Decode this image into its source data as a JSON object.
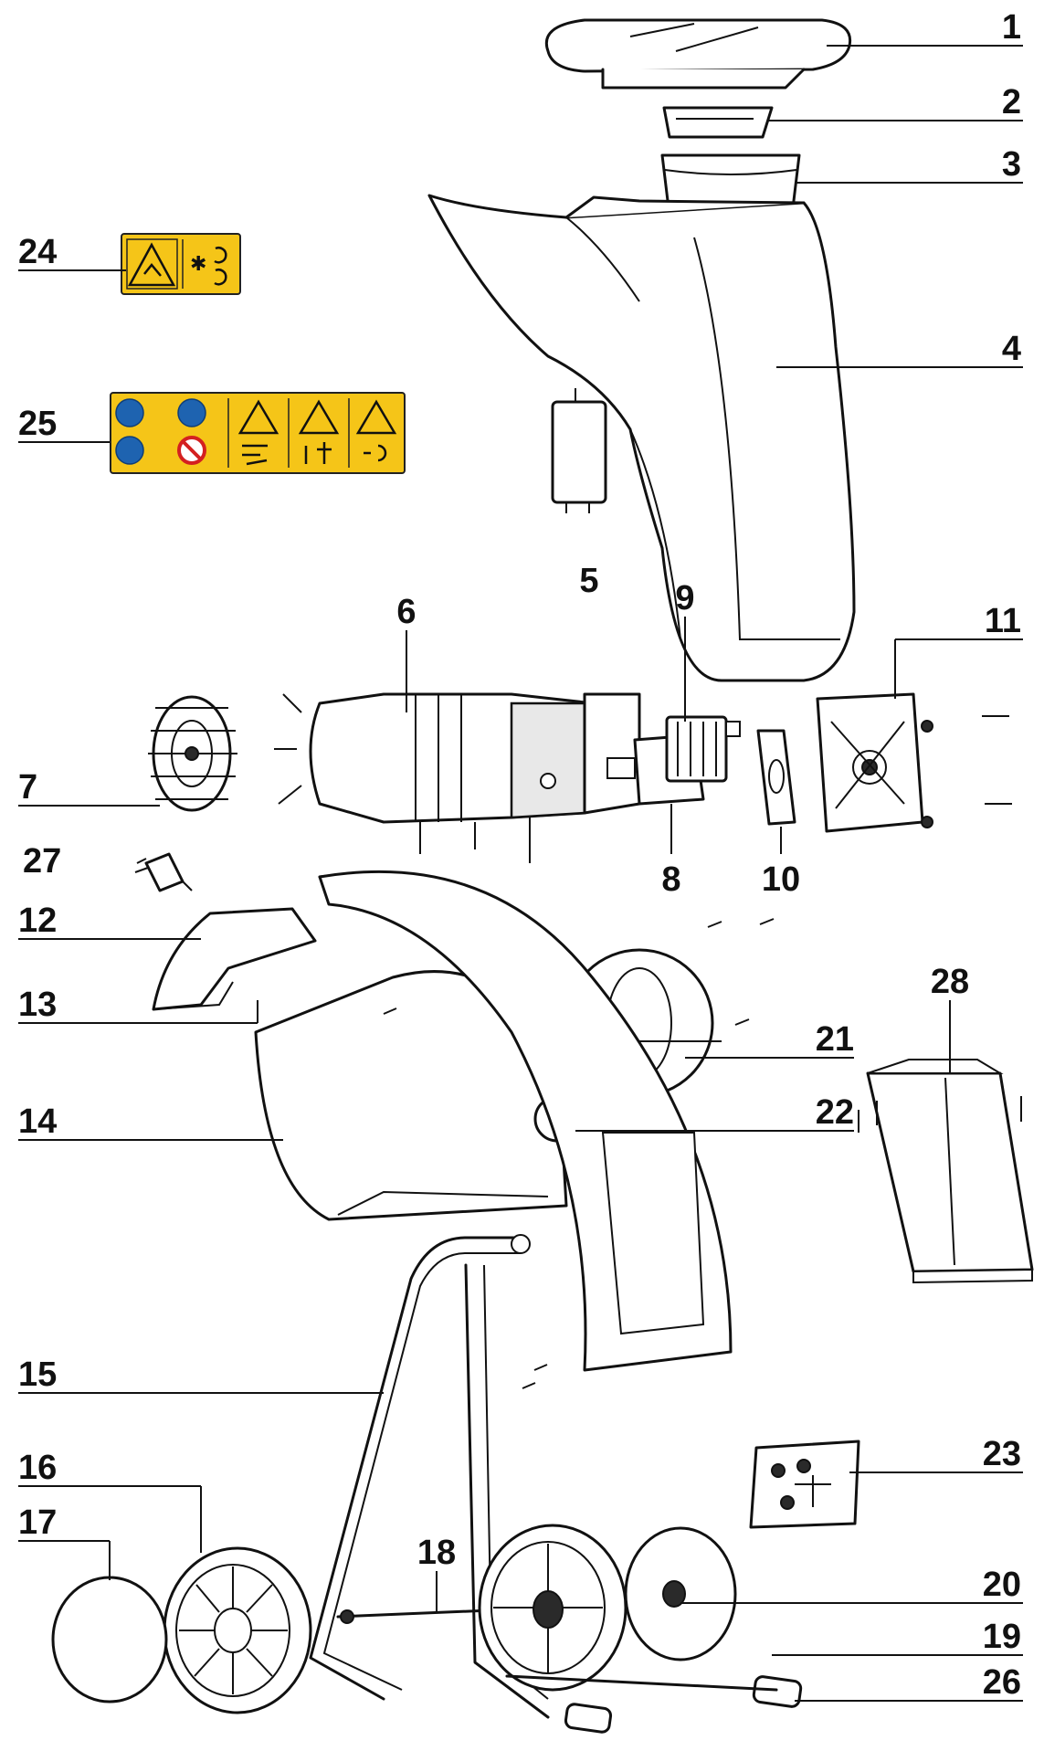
{
  "colors": {
    "line": "#111111",
    "sticker_yellow": "#f5c518",
    "sticker_blue": "#1e63b0",
    "sticker_red": "#d42020"
  },
  "callouts": {
    "c1": "1",
    "c2": "2",
    "c3": "3",
    "c4": "4",
    "c5": "5",
    "c6": "6",
    "c7": "7",
    "c8": "8",
    "c9": "9",
    "c10": "10",
    "c11": "11",
    "c12": "12",
    "c13": "13",
    "c14": "14",
    "c15": "15",
    "c16": "16",
    "c17": "17",
    "c18": "18",
    "c19": "19",
    "c20": "20",
    "c21": "21",
    "c22": "22",
    "c23": "23",
    "c24": "24",
    "c25": "25",
    "c26": "26",
    "c27": "27",
    "c28": "28"
  }
}
